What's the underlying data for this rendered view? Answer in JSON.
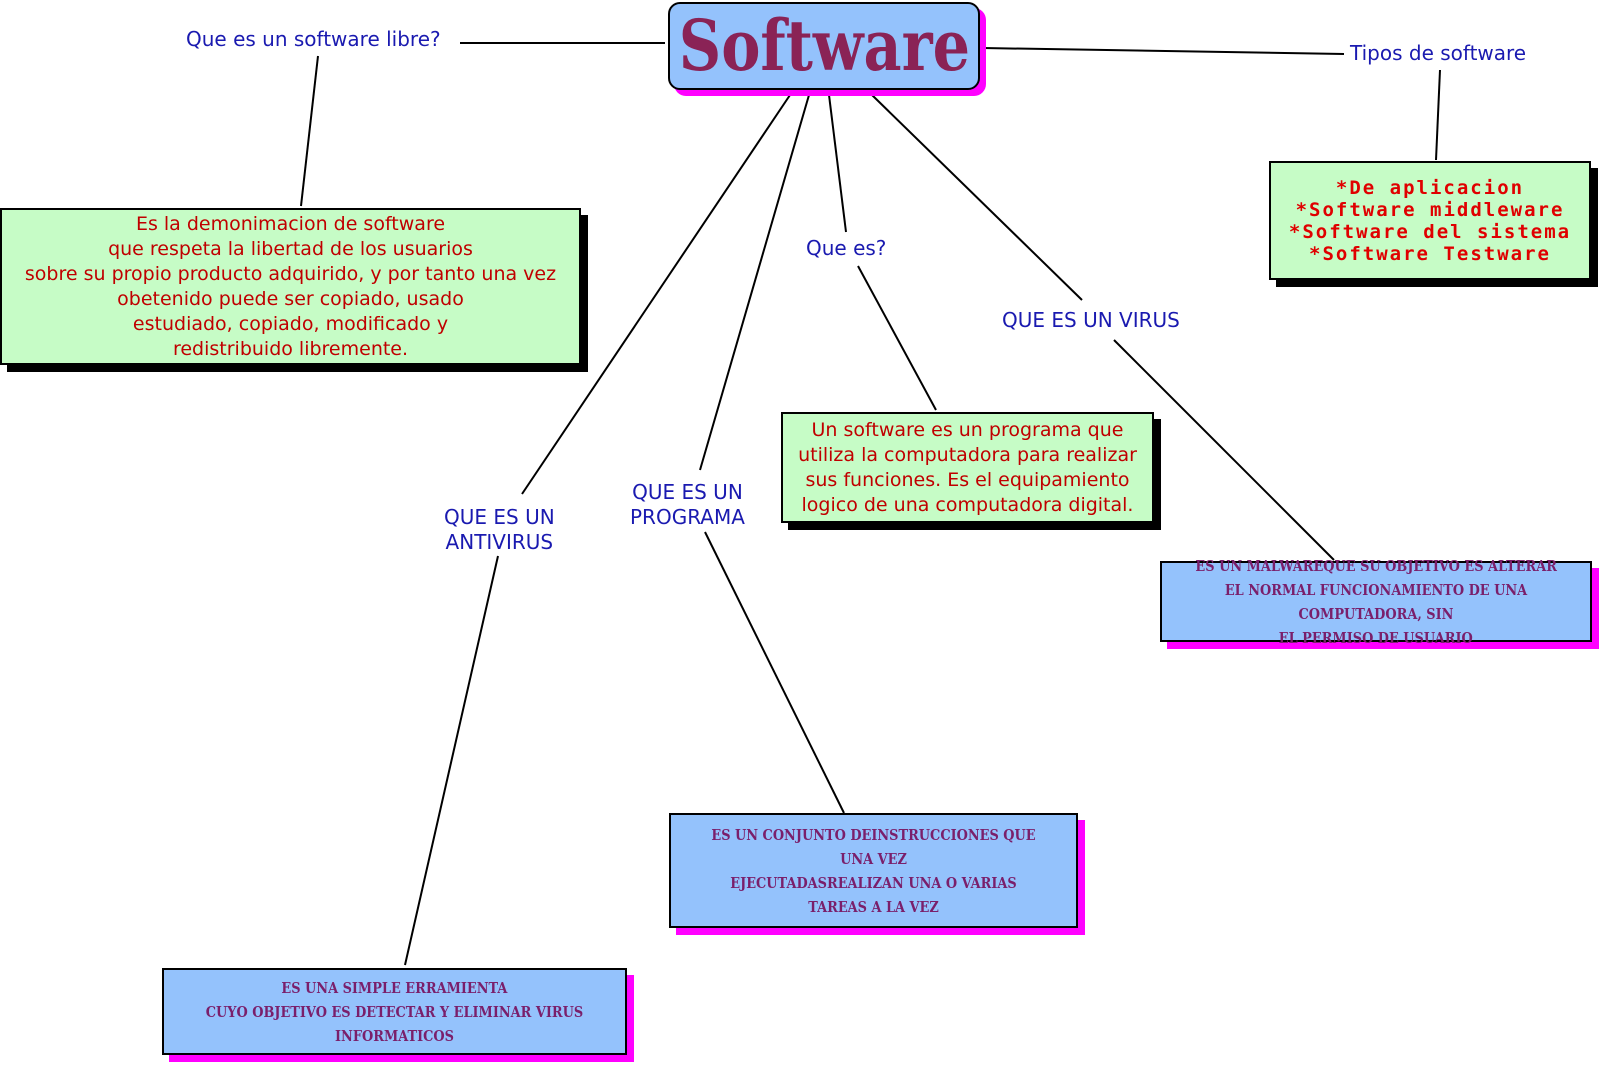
{
  "root": {
    "title": "Software"
  },
  "labels": {
    "libre": "Que es un software libre?",
    "tipos": "Tipos de software",
    "que_es": "Que es?",
    "virus": "QUE ES UN VIRUS",
    "antivirus_l1": "QUE ES UN",
    "antivirus_l2": "ANTIVIRUS",
    "programa_l1": "QUE ES UN",
    "programa_l2": "PROGRAMA"
  },
  "boxes": {
    "libre": [
      "Es la demonimacion de software",
      "que respeta la libertad de los usuarios",
      "sobre su propio producto adquirido, y por tanto una vez",
      "obetenido puede ser copiado, usado",
      "estudiado, copiado, modificado y",
      "redistribuido libremente."
    ],
    "tipos": [
      "*De aplicacion",
      "*Software middleware",
      "*Software del sistema",
      "*Software Testware"
    ],
    "que_es": [
      "Un software es un programa que",
      "utiliza la computadora para realizar",
      "sus funciones. Es el equipamiento",
      "logico de una computadora digital."
    ],
    "virus": [
      "ES UN MALWAREQUE SU OBJETIVO ES ALTERAR",
      "EL NORMAL FUNCIONAMIENTO DE UNA COMPUTADORA, SIN",
      "EL PERMISO DE USUARIO"
    ],
    "programa": [
      "ES UN CONJUNTO DEINSTRUCCIONES QUE UNA VEZ",
      "EJECUTADASREALIZAN UNA O VARIAS TAREAS A LA VEZ"
    ],
    "antivirus": [
      "ES UNA SIMPLE ERRAMIENTA",
      "CUYO OBJETIVO ES DETECTAR Y ELIMINAR VIRUS INFORMATICOS"
    ]
  },
  "colors": {
    "green_box": "#c6fcc6",
    "blue_box": "#94c2fc",
    "shadow_magenta": "#ff00ff",
    "label_blue": "#1a1ab0",
    "red_text": "#c00000",
    "purple_text": "#7a1f6b"
  }
}
